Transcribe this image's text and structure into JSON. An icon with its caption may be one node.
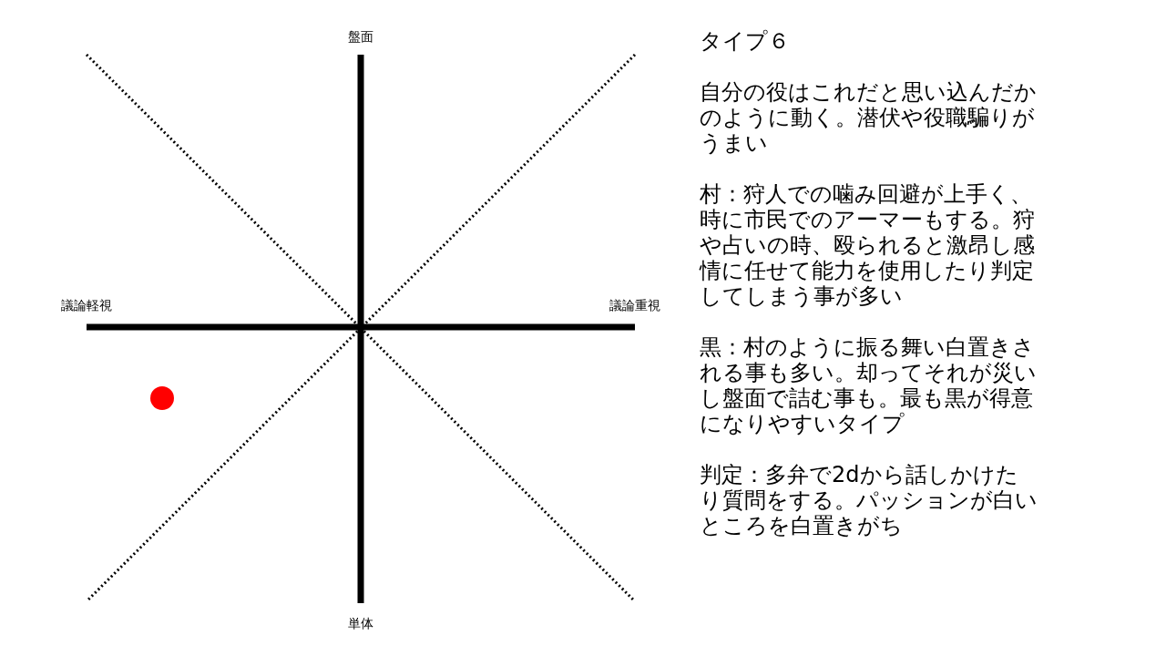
{
  "diagram": {
    "title": "タイプ６",
    "labels": [
      "盤面",
      "議論軽視",
      "議論重視",
      "単体",
      "自分の役はこれだと思い込んだかのように動く。潜伏や役職騙りがうまい",
      "村：狩人での噛み回避が上手く、時に市民でのアーマーもする。狩や占いの時、殴られると激昂し感情に任せて能力を使用したり判定してしまう事が多い",
      "黒：村のように振る舞い白置きされる事も多い。却ってそれが災いし盤面で詰む事も。最も黒が得意になりやすいタイプ",
      "判定：多弁で2dから話しかけたり質問をする。パッションが白いところを白置きがち"
    ]
  }
}
